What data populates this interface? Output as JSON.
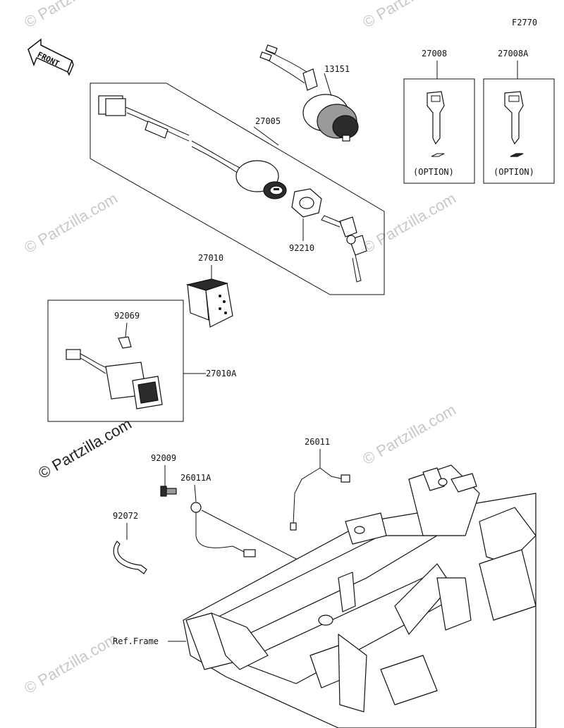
{
  "diagram_code": "F2770",
  "front_label": "FRONT",
  "watermark": "© Partzilla.com",
  "parts": {
    "p13151": "13151",
    "p27005": "27005",
    "p27008": "27008",
    "p27008A": "27008A",
    "p92210": "92210",
    "p27010": "27010",
    "p92069": "92069",
    "p27010A": "27010A",
    "p26011": "26011",
    "p92009": "92009",
    "p26011A": "26011A",
    "p92072": "92072",
    "ref_frame": "Ref.Frame"
  },
  "option_label": "(OPTION)"
}
